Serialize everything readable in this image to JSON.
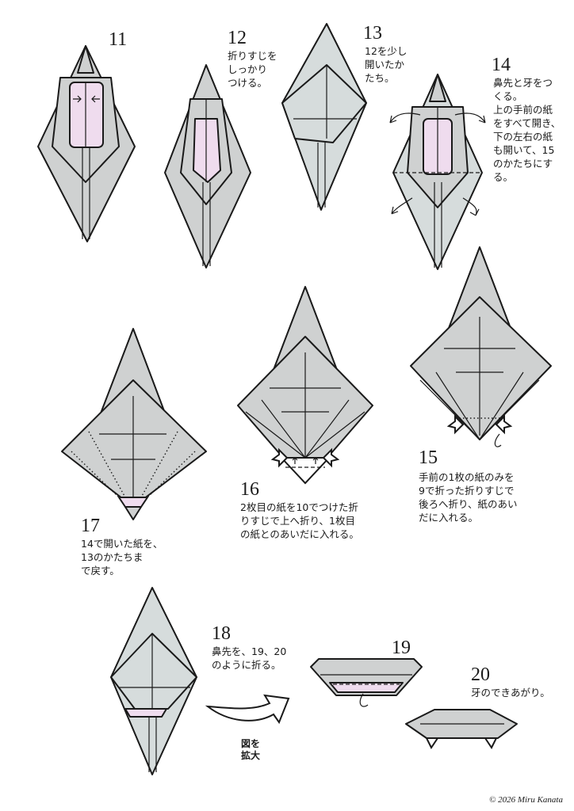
{
  "steps": [
    {
      "number": "11",
      "text": ""
    },
    {
      "number": "12",
      "text": "折りすじを\nしっかり\nつける。"
    },
    {
      "number": "13",
      "text": "12を少し\n開いたか\nたち。"
    },
    {
      "number": "14",
      "text": "鼻先と牙をつ\nくる。\n上の手前の紙\nをすべて開き、\n下の左右の紙\nも開いて、15\nのかたちにす\nる。"
    },
    {
      "number": "15",
      "text": "手前の1枚の紙のみを\n9で折った折りすじで\n後ろへ折り、紙のあい\nだに入れる。"
    },
    {
      "number": "16",
      "text": "2枚目の紙を10でつけた折\nりすじで上へ折り、1枚目\nの紙とのあいだに入れる。"
    },
    {
      "number": "17",
      "text": "14で開いた紙を、\n13のかたちま\nで戻す。"
    },
    {
      "number": "18",
      "text": "鼻先を、19、20\nのように折る。"
    },
    {
      "number": "19",
      "text": ""
    },
    {
      "number": "20",
      "text": "牙のできあがり。"
    }
  ],
  "zoom_label": "図を\n拡大",
  "credit": "© 2026 Miru Kanata",
  "colors": {
    "paper_gray": "#cfd1d1",
    "paper_blue": "#d6dcdc",
    "paper_pink": "#efdcee",
    "line": "#1a1a1a"
  }
}
